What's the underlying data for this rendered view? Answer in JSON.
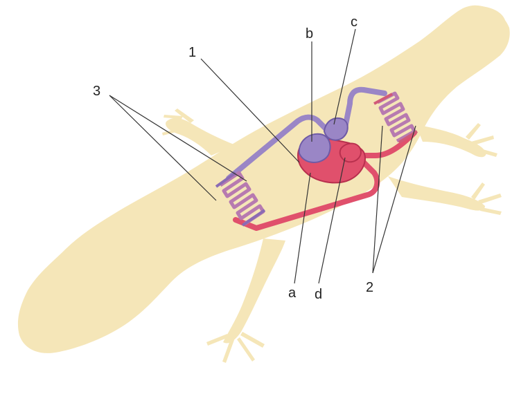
{
  "diagram": {
    "labels": {
      "one": "1",
      "two": "2",
      "three": "3",
      "a": "a",
      "b": "b",
      "c": "c",
      "d": "d"
    },
    "colors": {
      "body": "#f5e6b8",
      "venous": "#9a86c6",
      "arterial": "#e0506c",
      "venous_dark": "#6e5aa6",
      "arterial_dark": "#b8304e"
    }
  }
}
